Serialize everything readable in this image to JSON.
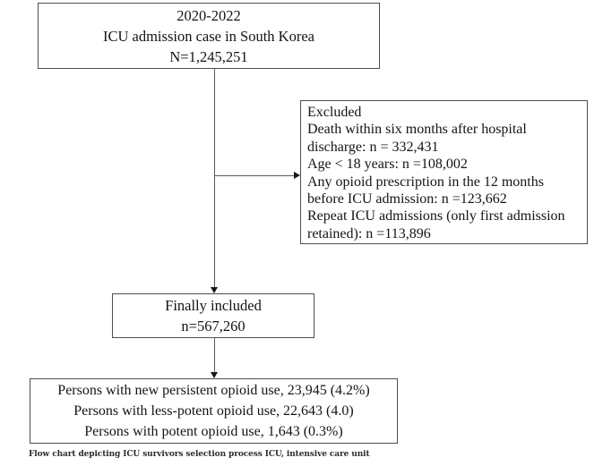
{
  "boxes": {
    "initial": {
      "lines": [
        "2020-2022",
        "ICU admission case in South Korea",
        "N=1,245,251"
      ]
    },
    "excluded": {
      "title": "Excluded",
      "items": [
        "Death within six months after hospital\ndischarge: n = 332,431",
        "Age < 18 years: n =108,002",
        "Any opioid prescription in the 12 months\nbefore ICU admission: n =123,662",
        "Repeat ICU admissions (only first admission\nretained): n =113,896"
      ]
    },
    "included": {
      "lines": [
        "Finally included",
        "n=567,260"
      ]
    },
    "outcome": {
      "lines": [
        "Persons with new persistent opioid use, 23,945 (4.2%)",
        "Persons with less-potent opioid use, 22,643 (4.0)",
        "Persons with potent opioid use, 1,643 (0.3%)"
      ]
    }
  },
  "caption": "Flow chart depicting ICU survivors selection process ICU, intensive care unit",
  "colors": {
    "background": "#ffffff",
    "box_border": "#4f4f4f",
    "connector_line": "#5a5a5a",
    "arrowhead": "#161616",
    "text": "#141414",
    "caption_text": "#2e2e2e"
  }
}
